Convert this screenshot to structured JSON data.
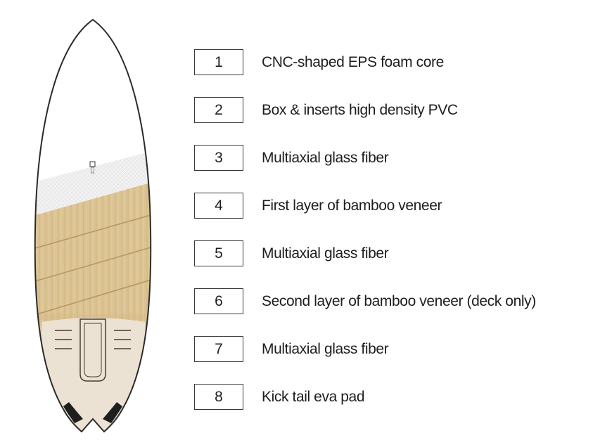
{
  "layers": [
    {
      "number": "1",
      "label": "CNC-shaped EPS foam core"
    },
    {
      "number": "2",
      "label": "Box & inserts high density PVC"
    },
    {
      "number": "3",
      "label": "Multiaxial glass fiber"
    },
    {
      "number": "4",
      "label": "First layer of bamboo veneer"
    },
    {
      "number": "5",
      "label": "Multiaxial glass fiber"
    },
    {
      "number": "6",
      "label": "Second layer of bamboo veneer (deck only)"
    },
    {
      "number": "7",
      "label": "Multiaxial glass fiber"
    },
    {
      "number": "8",
      "label": "Kick tail eva pad"
    }
  ],
  "colors": {
    "bamboo": "#dcc393",
    "bamboo_stripe": "#c9a96c",
    "glass": "#f1f1f1",
    "pad": "#ece2d3",
    "outline": "#2a2a2a",
    "deck_white": "#ffffff"
  }
}
